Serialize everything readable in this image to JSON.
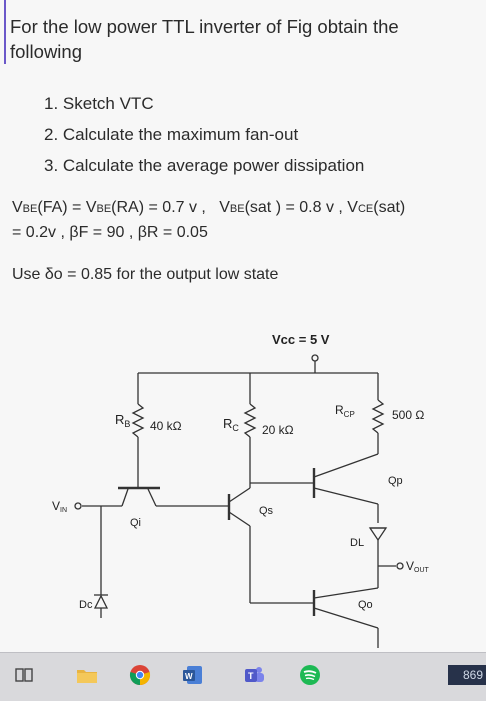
{
  "question": {
    "heading_line1": "For the low power TTL inverter of Fig obtain the",
    "heading_line2": "following",
    "tasks": [
      "1. Sketch  VTC",
      "2. Calculate the maximum fan-out",
      "3. Calculate the average power dissipation"
    ]
  },
  "params": {
    "vbe_fa": "V",
    "vbe_fa_sub": "BE",
    "vbe_fa_rest": "(FA) = V",
    "vbe_ra_sub": "BE",
    "vbe_ra_rest": "(RA) = 0.7 v ,",
    "vbe_sat": "V",
    "vbe_sat_sub": "BE",
    "vbe_sat_rest": "(sat ) = 0.8 v , V",
    "vce_sat_sub": "CE",
    "vce_sat_rest": "(sat)",
    "line2": "= 0.2v , βF = 90 , βR = 0.05",
    "delta_line": "Use δo = 0.85  for the output low state"
  },
  "circuit": {
    "vcc_label": "Vcc = 5 V",
    "rb_label": "R",
    "rb_sub": "B",
    "rb_value": "40 kΩ",
    "rc_label": "R",
    "rc_sub": "C",
    "rc_value": "20 kΩ",
    "rcp_label": "R",
    "rcp_sub": "CP",
    "rcp_value": "500 Ω",
    "vin_label": "V",
    "vin_sub": "IN",
    "vout_label": "V",
    "vout_sub": "OUT",
    "qi_label": "Qi",
    "qs_label": "Qs",
    "qp_label": "Qp",
    "qo_label": "Qo",
    "dl_label": "DL",
    "dc_label": "Dc"
  },
  "taskbar": {
    "apps": [
      "task-view",
      "file-explorer",
      "chrome",
      "word",
      "teams",
      "spotify"
    ],
    "clock": "869"
  },
  "colors": {
    "accent": "#6b58c9",
    "taskbar": "#d9d9dc"
  }
}
